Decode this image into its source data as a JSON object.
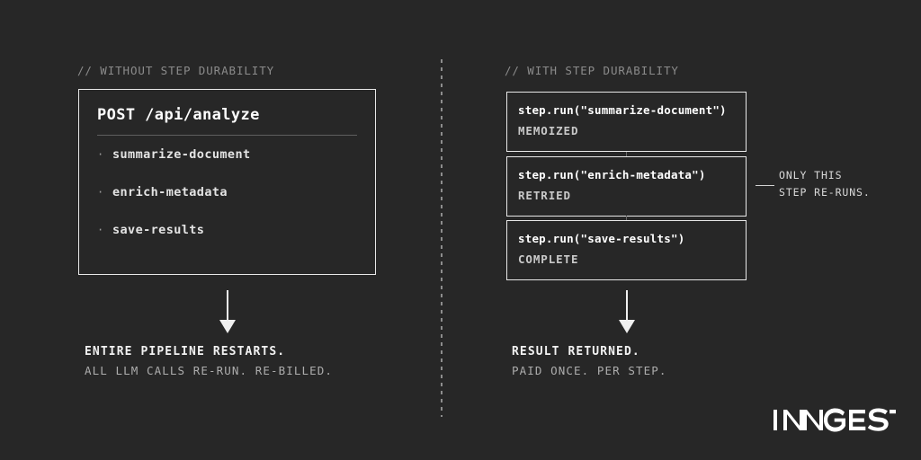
{
  "meta": {
    "background_color": "#272727",
    "accent_color": "#ffffff",
    "muted_color": "#8b8b8b"
  },
  "left": {
    "comment": "// WITHOUT STEP DURABILITY",
    "panel": {
      "title": "POST /api/analyze",
      "items": [
        {
          "bullet": "·",
          "label": "summarize-document"
        },
        {
          "bullet": "·",
          "label": "enrich-metadata"
        },
        {
          "bullet": "·",
          "label": "save-results"
        }
      ]
    },
    "caption": {
      "primary": "ENTIRE PIPELINE RESTARTS.",
      "secondary": "ALL LLM CALLS RE-RUN. RE-BILLED."
    }
  },
  "right": {
    "comment": "// WITH STEP DURABILITY",
    "steps": [
      {
        "code": "step.run(\"summarize-document\")",
        "status": "MEMOIZED"
      },
      {
        "code": "step.run(\"enrich-metadata\")",
        "status": "RETRIED"
      },
      {
        "code": "step.run(\"save-results\")",
        "status": "COMPLETE"
      }
    ],
    "callout": {
      "line1": "ONLY THIS",
      "line2": "STEP RE-RUNS."
    },
    "caption": {
      "primary": "RESULT RETURNED.",
      "secondary": "PAID ONCE. PER STEP."
    }
  },
  "brand": {
    "name": "INNGEST"
  }
}
